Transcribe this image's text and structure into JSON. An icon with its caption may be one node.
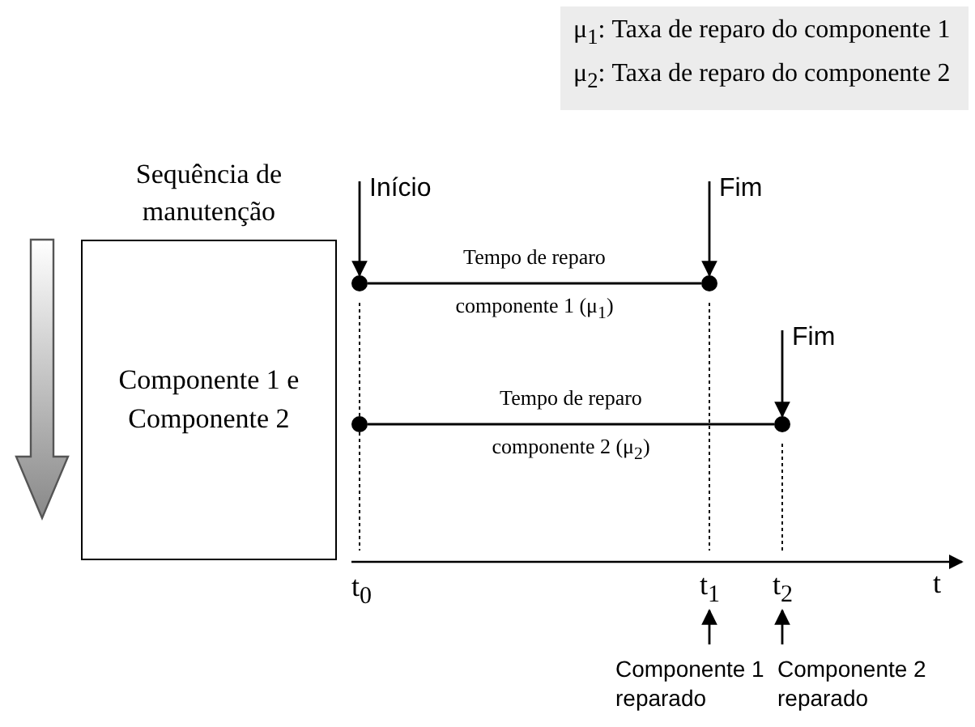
{
  "diagram": {
    "nodes": [
      {
        "text": [
          "Sequência de manutenção",
          "Componente 1 e Componente 2"
        ]
      },
      {
        "text": [
          "Início"
        ]
      },
      {
        "text": [],
        "shape": "circle"
      },
      {
        "text": [
          "Fim"
        ]
      },
      {
        "text": [],
        "shape": "circle"
      },
      {
        "text": [],
        "shape": "circle"
      },
      {
        "text": [
          "Fim"
        ]
      },
      {
        "text": [],
        "shape": "circle"
      },
      {
        "text": [
          "Componente 1 reparado"
        ]
      },
      {
        "text": [
          "Componente 2 reparado"
        ]
      },
      {
        "text": [
          "t$_{1}$"
        ]
      },
      {
        "text": [
          "t$_{2}$"
        ]
      }
    ],
    "edges": [
      {
        "from": 1,
        "to": 2,
        "arrow": "to"
      },
      {
        "from": 2,
        "to": 4,
        "arrow": "none",
        "label": "Tempo de reparo componente 1 (μ$_{1}$)"
      },
      {
        "from": 3,
        "to": 4,
        "arrow": "to"
      },
      {
        "from": 6,
        "to": 7,
        "arrow": "to"
      },
      {
        "from": 5,
        "to": 7,
        "arrow": "none",
        "label": "Tempo de reparo componente 2 (μ$_{2}$)"
      },
      {
        "from": 8,
        "to": 10,
        "arrow": "to"
      },
      {
        "from": 9,
        "to": 11,
        "arrow": "to"
      }
    ],
    "labels": [
      "μ$_{1}$: Taxa de reparo do componente 1",
      "μ$_{2}$: Taxa de reparo do componente 2",
      "t$_{0}$",
      "t"
    ]
  }
}
